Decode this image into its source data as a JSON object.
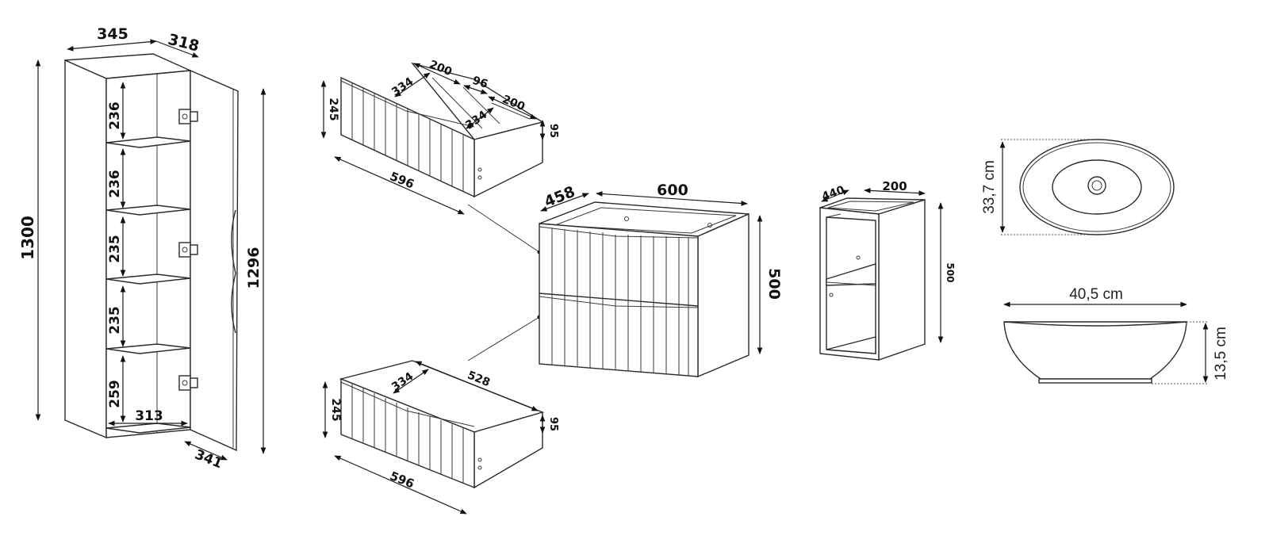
{
  "tall_cabinet": {
    "width": "345",
    "depth": "318",
    "height": "1300",
    "inner_height": "1296",
    "shelf_gaps": [
      "236",
      "236",
      "235",
      "235",
      "259"
    ],
    "inner_width": "313",
    "door_depth": "341"
  },
  "upper_drawer": {
    "front_height": "245",
    "width": "596",
    "inner_depth_left": "334",
    "inner_width_left": "200",
    "divider_gap": "96",
    "inner_width_right": "200",
    "inner_depth_right": "334",
    "side_height": "95"
  },
  "lower_drawer": {
    "front_height": "245",
    "width": "596",
    "inner_depth": "334",
    "inner_width": "528",
    "side_height": "95"
  },
  "vanity_cabinet": {
    "depth": "458",
    "width": "600",
    "height": "500"
  },
  "side_cabinet": {
    "depth": "440",
    "width": "200",
    "height": "500"
  },
  "basin": {
    "depth": "33,7 cm",
    "width": "40,5 cm",
    "height": "13,5 cm"
  }
}
